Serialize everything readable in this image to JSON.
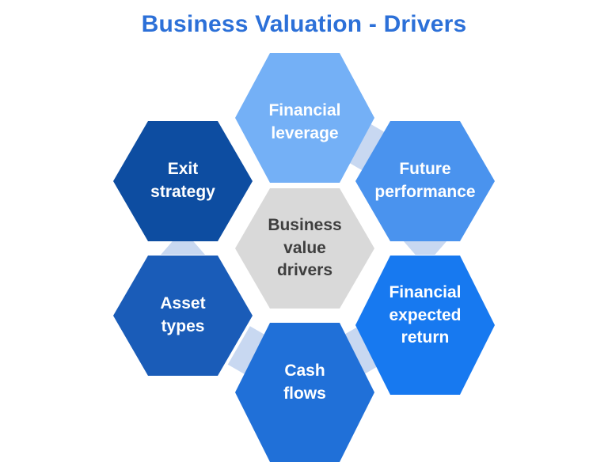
{
  "title": {
    "text": "Business Valuation - Drivers",
    "color": "#2c70d8"
  },
  "center_hexagon": {
    "label": "Business value drivers",
    "lines": [
      "Business",
      "value",
      "drivers"
    ],
    "bg": "#d9d9d9",
    "text_color": "#3e3e3e"
  },
  "drivers": [
    {
      "label": "Financial leverage",
      "lines": [
        "Financial",
        "leverage",
        ""
      ],
      "bg": "#74b0f6",
      "position": "top"
    },
    {
      "label": "Future performance",
      "lines": [
        "Future",
        "performance",
        ""
      ],
      "bg": "#4a93ee",
      "position": "top-right"
    },
    {
      "label": "Financial expected return",
      "lines": [
        "Financial",
        "expected",
        "return"
      ],
      "bg": "#1779f0",
      "position": "bottom-right"
    },
    {
      "label": "Cash flows",
      "lines": [
        "Cash",
        "flows",
        ""
      ],
      "bg": "#2070d8",
      "position": "bottom"
    },
    {
      "label": "Asset types",
      "lines": [
        "Asset",
        "types",
        ""
      ],
      "bg": "#1a5cb8",
      "position": "bottom-left"
    },
    {
      "label": "Exit strategy",
      "lines": [
        "Exit",
        "strategy",
        ""
      ],
      "bg": "#0d4da1",
      "position": "top-left"
    }
  ],
  "connectors": {
    "color": "#c8d8f1",
    "gradient_edge": "#dde5f2"
  }
}
